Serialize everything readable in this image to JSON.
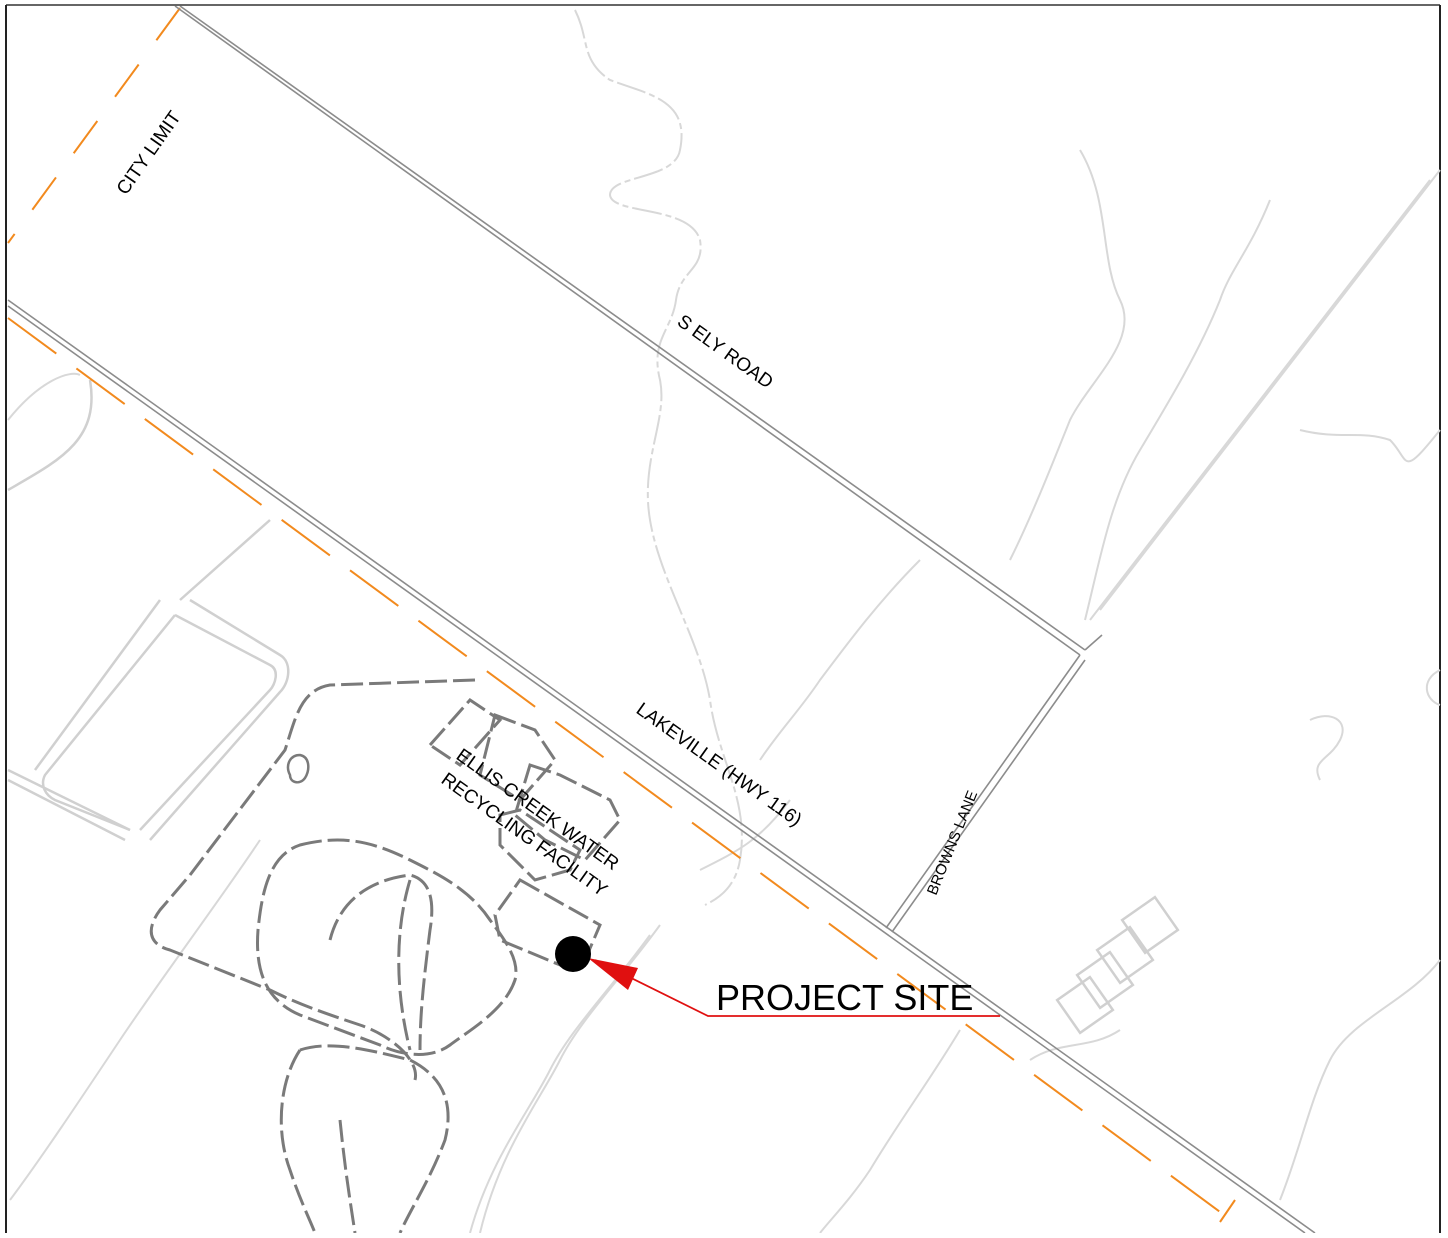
{
  "map": {
    "labels": {
      "city_limit": "CITY LIMIT",
      "s_ely_road": "S ELY ROAD",
      "lakeville": "LAKEVILLE (HWY  116)",
      "browns_lane": "BROWNS LANE",
      "facility_line1": "ELLIS CREEK WATER",
      "facility_line2": "RECYCLING FACILITY",
      "project_site": "PROJECT SITE"
    },
    "colors": {
      "road": "#8c8c8c",
      "boundary": "#f28a1e",
      "facility_outline": "#7a7a7a",
      "terrain": "#d4d4d4",
      "leader": "#e01010",
      "site_marker": "#000000",
      "border": "#222222"
    }
  }
}
